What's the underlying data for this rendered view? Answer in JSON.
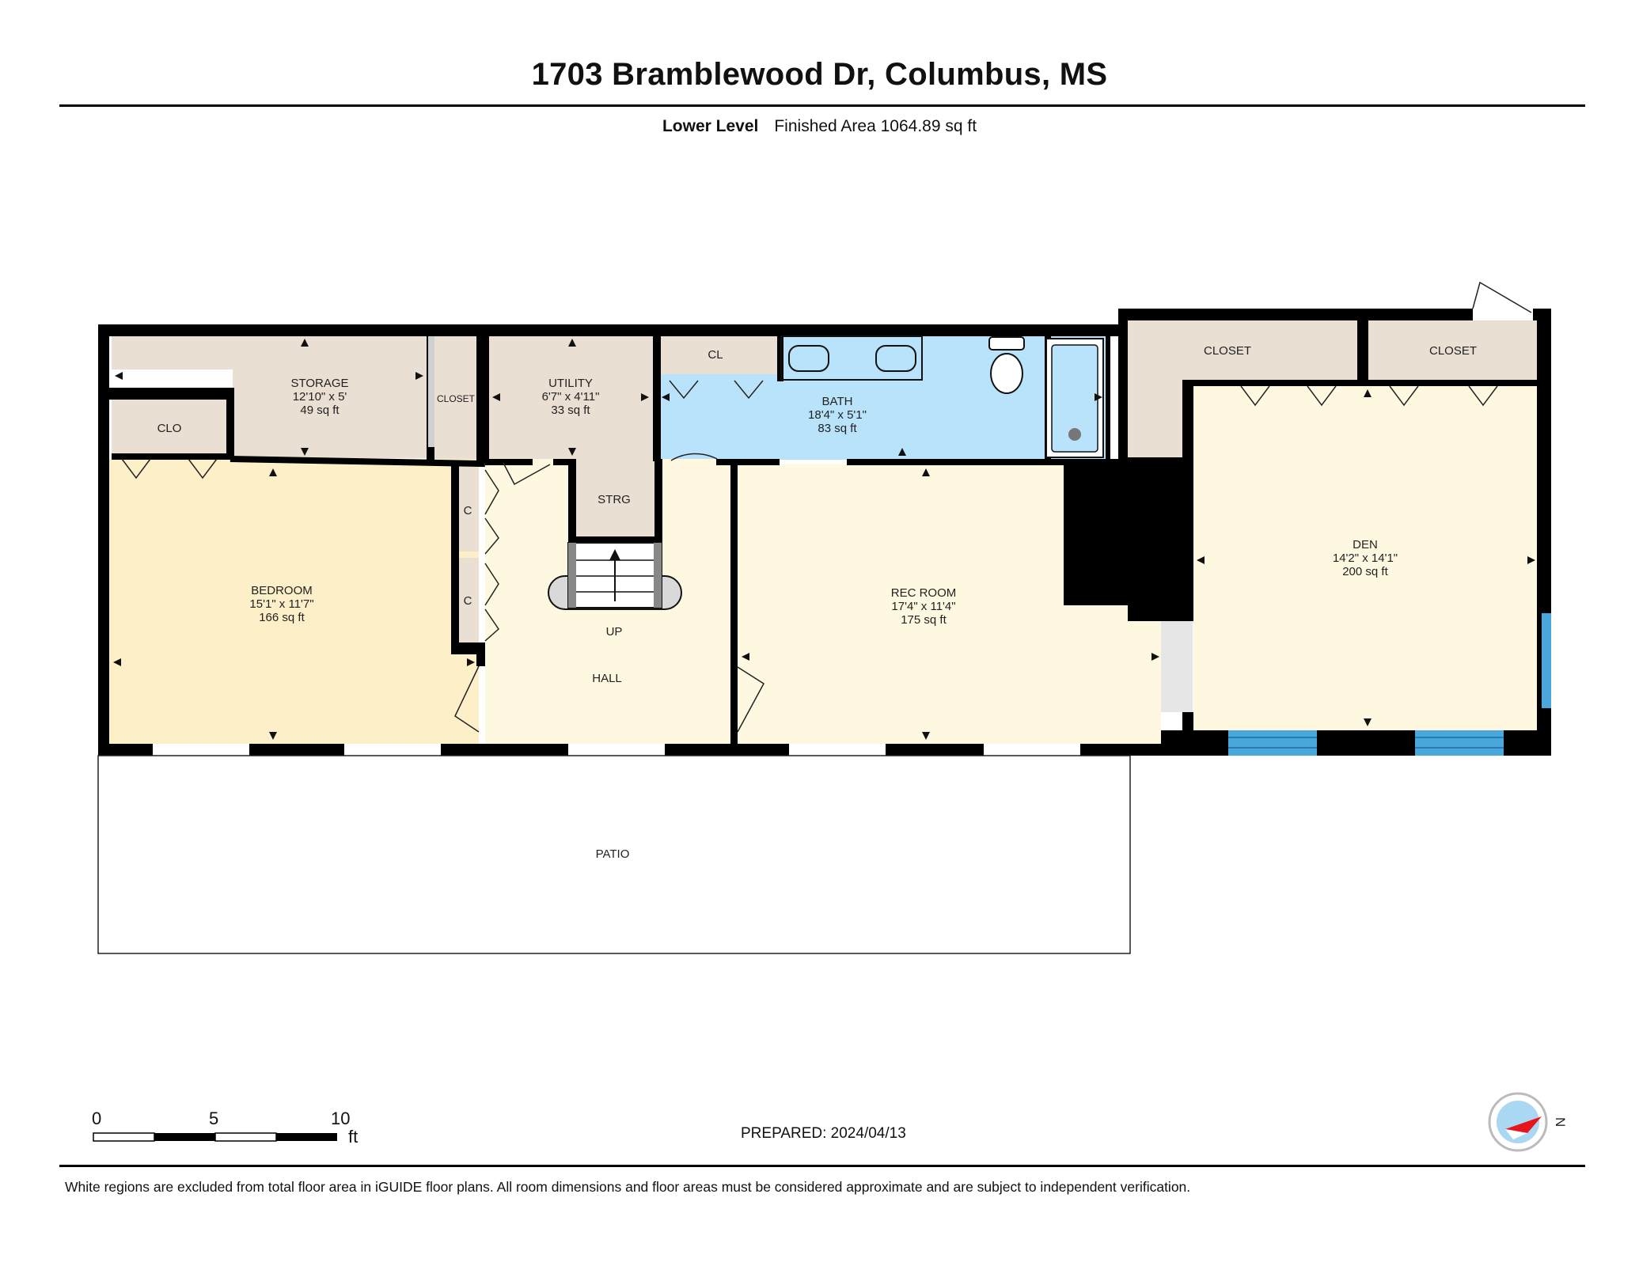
{
  "header": {
    "title": "1703 Bramblewood Dr, Columbus, MS",
    "level": "Lower Level",
    "area_text": "Finished Area 1064.89 sq ft"
  },
  "rooms": {
    "storage": {
      "name": "STORAGE",
      "dims": "12'10\" x 5'",
      "area": "49 sq ft"
    },
    "closet_small": {
      "name": "CLOSET"
    },
    "utility": {
      "name": "UTILITY",
      "dims": "6'7\" x 4'11\"",
      "area": "33 sq ft"
    },
    "cl": {
      "name": "CL"
    },
    "bath": {
      "name": "BATH",
      "dims": "18'4\" x 5'1\"",
      "area": "83 sq ft"
    },
    "closet_left": {
      "name": "CLOSET"
    },
    "closet_right": {
      "name": "CLOSET"
    },
    "clo": {
      "name": "CLO"
    },
    "bedroom": {
      "name": "BEDROOM",
      "dims": "15'1\" x 11'7\"",
      "area": "166 sq ft"
    },
    "c1": {
      "name": "C"
    },
    "c2": {
      "name": "C"
    },
    "strg": {
      "name": "STRG"
    },
    "stairs_label": "UP",
    "hall": {
      "name": "HALL"
    },
    "rec_room": {
      "name": "REC ROOM",
      "dims": "17'4\" x 11'4\"",
      "area": "175 sq ft"
    },
    "den": {
      "name": "DEN",
      "dims": "14'2\" x 14'1\"",
      "area": "200 sq ft"
    },
    "patio": {
      "name": "PATIO"
    }
  },
  "scale_bar": {
    "labels": [
      "0",
      "5",
      "10"
    ],
    "unit": "ft"
  },
  "compass": {
    "direction": "N",
    "icon": "compass-icon"
  },
  "prepared": "PREPARED: 2024/04/13",
  "footer": "White regions are excluded from total floor area in iGUIDE floor plans. All room dimensions and floor areas must be considered approximate and are subject to independent verification.",
  "colors": {
    "wall": "#000000",
    "utility_room": "#e9dfd3",
    "bath": "#b9e2fb",
    "bedroom": "#fdf0c9",
    "living": "#fef8e1",
    "window": "#4aa7dc"
  }
}
